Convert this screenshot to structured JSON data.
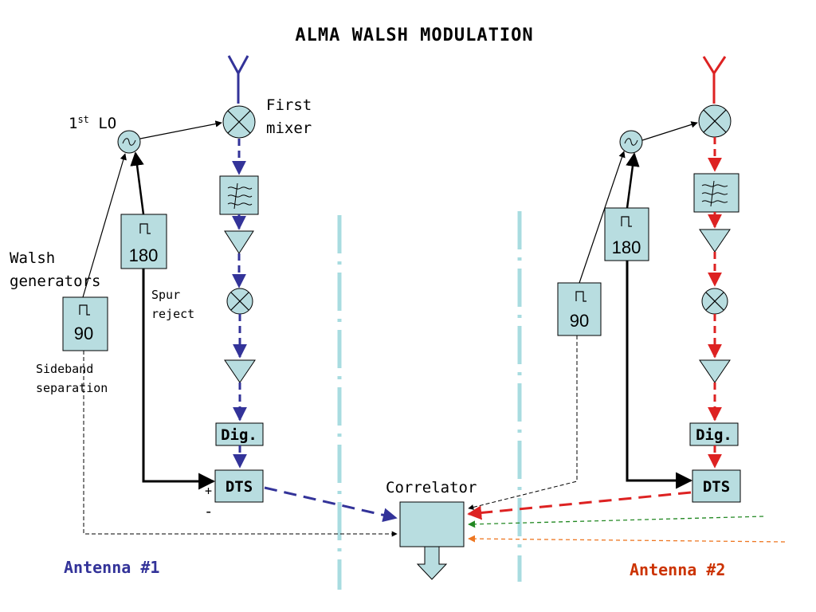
{
  "title": "ALMA WALSH MODULATION",
  "labels": {
    "first_lo_base": "1",
    "first_lo_sup": "st",
    "first_lo_suffix": " LO",
    "first_mixer_line1": "First",
    "first_mixer_line2": "mixer",
    "walsh_line1": "Walsh",
    "walsh_line2": "generators",
    "spur_line1": "Spur",
    "spur_line2": "reject",
    "sideband_line1": "Sideband",
    "sideband_line2": "separation",
    "correlator": "Correlator",
    "plus": "+",
    "minus": "-"
  },
  "antennas": [
    {
      "name": "Antenna #1",
      "color": "#333399"
    },
    {
      "name": "Antenna #2",
      "color": "#cc3300"
    }
  ],
  "blocks": {
    "walsh_180": "180",
    "walsh_90": "90",
    "digitizer": "Dig.",
    "dts": "DTS"
  },
  "colors": {
    "block_fill": "#b8dde0",
    "antenna1_path": "#333399",
    "antenna2_path": "#dd2222",
    "divider": "#a8dce0",
    "extra_input_1": "#228822",
    "extra_input_2": "#ee7722"
  }
}
